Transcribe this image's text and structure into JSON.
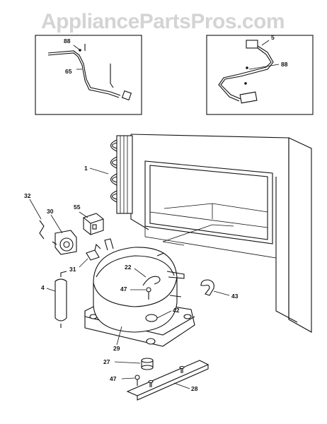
{
  "watermark": "AppliancePartsPros.com",
  "callouts": {
    "inset_left": [
      "88",
      "65"
    ],
    "inset_right": [
      "5",
      "88"
    ],
    "main": [
      "1",
      "32",
      "30",
      "55",
      "31",
      "4",
      "22",
      "47",
      "42",
      "43",
      "29",
      "27",
      "47",
      "28"
    ]
  }
}
